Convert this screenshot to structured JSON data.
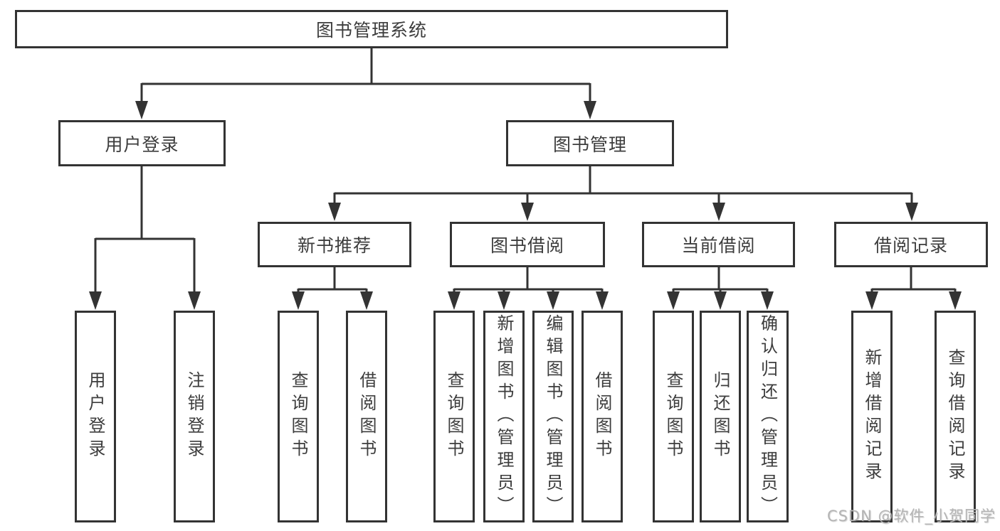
{
  "tree": {
    "root": "图书管理系统",
    "children": [
      {
        "label": "用户登录",
        "children": [
          "用户登录",
          "注销登录"
        ]
      },
      {
        "label": "图书管理",
        "children": [
          {
            "label": "新书推荐",
            "children": [
              "查询图书",
              "借阅图书"
            ]
          },
          {
            "label": "图书借阅",
            "children": [
              "查询图书",
              "新增图书（管理员）",
              "编辑图书（管理员）",
              "借阅图书"
            ]
          },
          {
            "label": "当前借阅",
            "children": [
              "查询图书",
              "归还图书",
              "确认归还（管理员）"
            ]
          },
          {
            "label": "借阅记录",
            "children": [
              "新增借阅记录",
              "查询借阅记录"
            ]
          }
        ]
      }
    ]
  },
  "watermark": "CSDN @软件_小贺同学",
  "colors": {
    "line": "#333333",
    "text": "#3d3d3d",
    "background": "#ffffff",
    "watermark": "#b4b4b4"
  }
}
